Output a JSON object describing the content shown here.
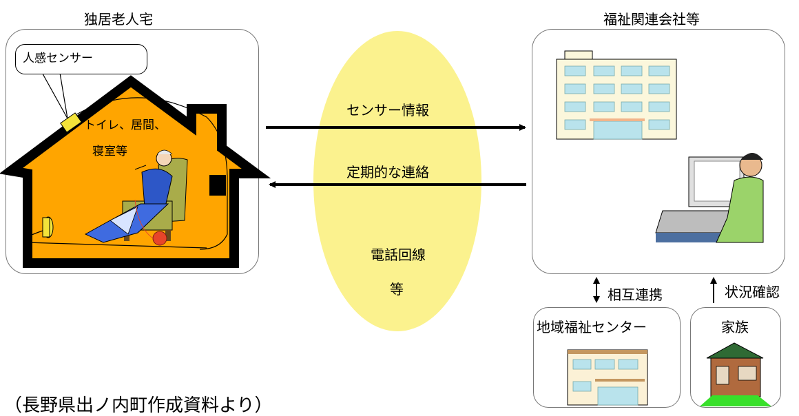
{
  "left_panel": {
    "title": "独居老人宅",
    "sensor_callout": "人感センサー",
    "rooms_line1": "トイレ、居間、",
    "rooms_line2": "寝室等"
  },
  "middle": {
    "arrow_top_label": "センサー情報",
    "arrow_bottom_label": "定期的な連絡",
    "network_line1": "電話回線",
    "network_line2": "等"
  },
  "right_panel": {
    "title": "福祉関連会社等"
  },
  "links": {
    "mutual_label": "相互連携",
    "status_label": "状況確認"
  },
  "center_box": {
    "label": "地域福祉センター"
  },
  "family_box": {
    "label": "家族"
  },
  "source_note": "（長野県出ノ内町作成資料より）",
  "colors": {
    "house_fill": "#ffa500",
    "ellipse_fill": "#fbf28e",
    "sensor": "#f3e33a"
  }
}
